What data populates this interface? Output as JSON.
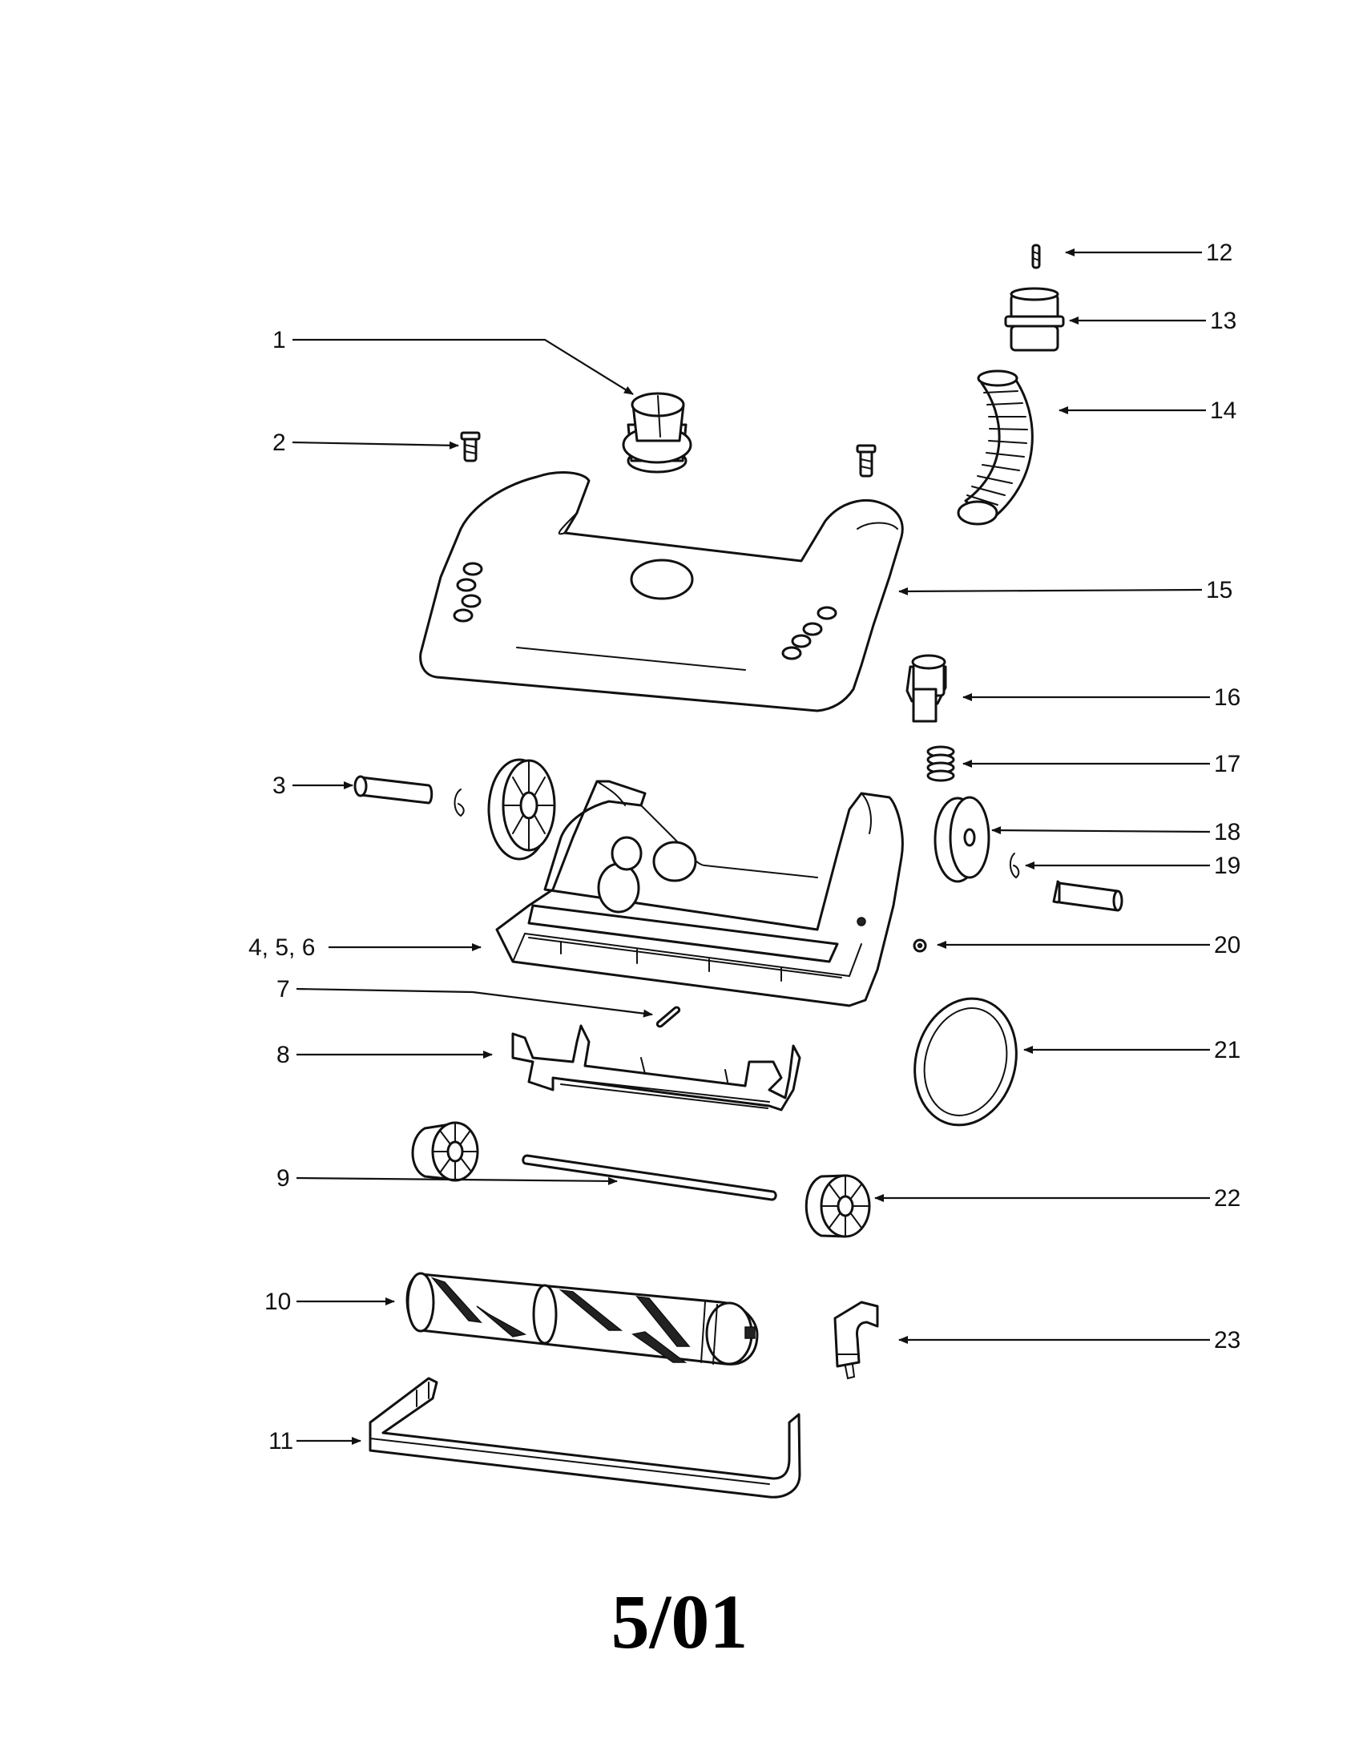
{
  "callouts": {
    "c1": "1",
    "c2": "2",
    "c3": "3",
    "c456": "4, 5, 6",
    "c7": "7",
    "c8": "8",
    "c9": "9",
    "c10": "10",
    "c11": "11",
    "c12": "12",
    "c13": "13",
    "c14": "14",
    "c15": "15",
    "c16": "16",
    "c17": "17",
    "c18": "18",
    "c19": "19",
    "c20": "20",
    "c21": "21",
    "c22": "22",
    "c23": "23"
  },
  "date_code": "5/01"
}
